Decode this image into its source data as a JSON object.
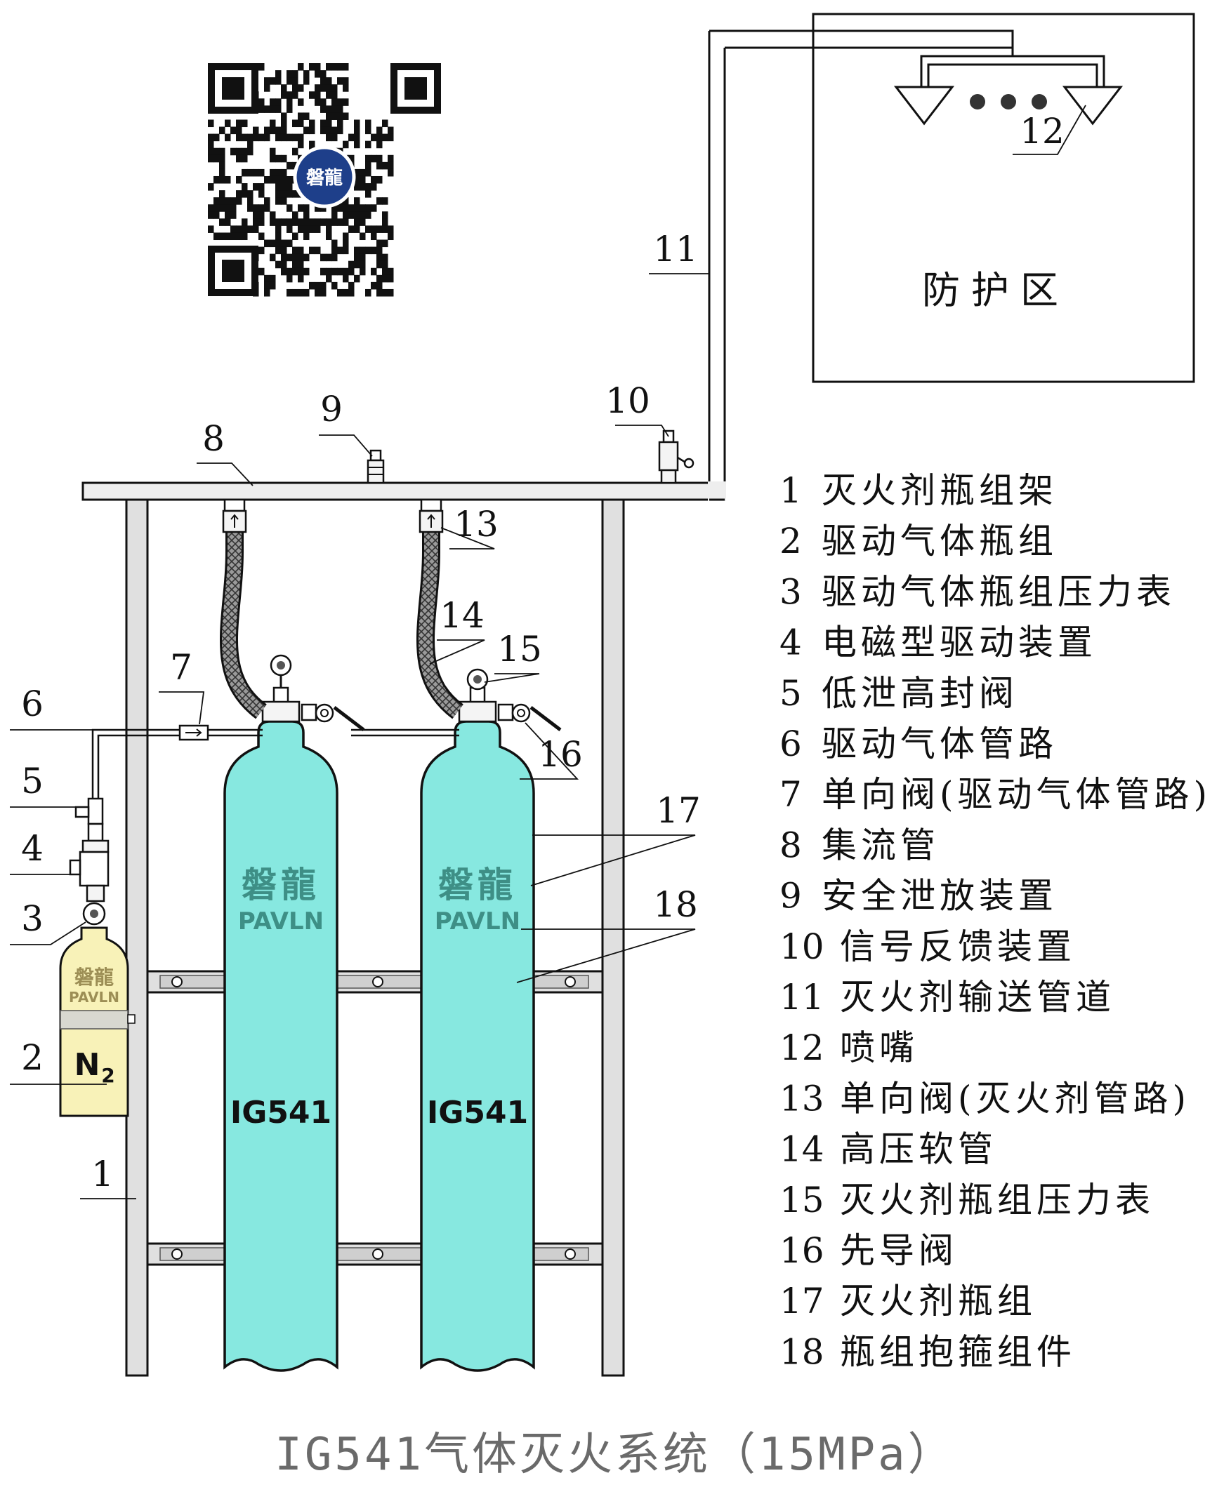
{
  "protected_zone": {
    "label": "防护区"
  },
  "qr_badge": {
    "text": "磐龍"
  },
  "cylinders": {
    "brand_cn": "磐龍",
    "brand_en": "PAVLN",
    "agent": "IG541"
  },
  "driver_cylinder": {
    "brand_cn": "磐龍",
    "brand_en": "PAVLN",
    "gas": "N",
    "gas_sub": "2"
  },
  "callouts": [
    "1",
    "2",
    "3",
    "4",
    "5",
    "6",
    "7",
    "8",
    "9",
    "10",
    "11",
    "12",
    "13",
    "14",
    "15",
    "16",
    "17",
    "18"
  ],
  "legend": [
    {
      "num": "1",
      "text": "灭火剂瓶组架"
    },
    {
      "num": "2",
      "text": "驱动气体瓶组"
    },
    {
      "num": "3",
      "text": "驱动气体瓶组压力表"
    },
    {
      "num": "4",
      "text": "电磁型驱动装置"
    },
    {
      "num": "5",
      "text": "低泄高封阀"
    },
    {
      "num": "6",
      "text": "驱动气体管路"
    },
    {
      "num": "7",
      "text": "单向阀(驱动气体管路)"
    },
    {
      "num": "8",
      "text": "集流管"
    },
    {
      "num": "9",
      "text": "安全泄放装置"
    },
    {
      "num": "10",
      "text": "信号反馈装置"
    },
    {
      "num": "11",
      "text": "灭火剂输送管道"
    },
    {
      "num": "12",
      "text": "喷嘴"
    },
    {
      "num": "13",
      "text": "单向阀(灭火剂管路)"
    },
    {
      "num": "14",
      "text": "高压软管"
    },
    {
      "num": "15",
      "text": "灭火剂瓶组压力表"
    },
    {
      "num": "16",
      "text": "先导阀"
    },
    {
      "num": "17",
      "text": "灭火剂瓶组"
    },
    {
      "num": "18",
      "text": "瓶组抱箍组件"
    }
  ],
  "caption": "IG541气体灭火系统（15MPa）",
  "colors": {
    "agent_cylinder": "#87e8e0",
    "driver_cylinder": "#f8f2b8",
    "rack": "#e0e0e0",
    "line": "#111111"
  }
}
